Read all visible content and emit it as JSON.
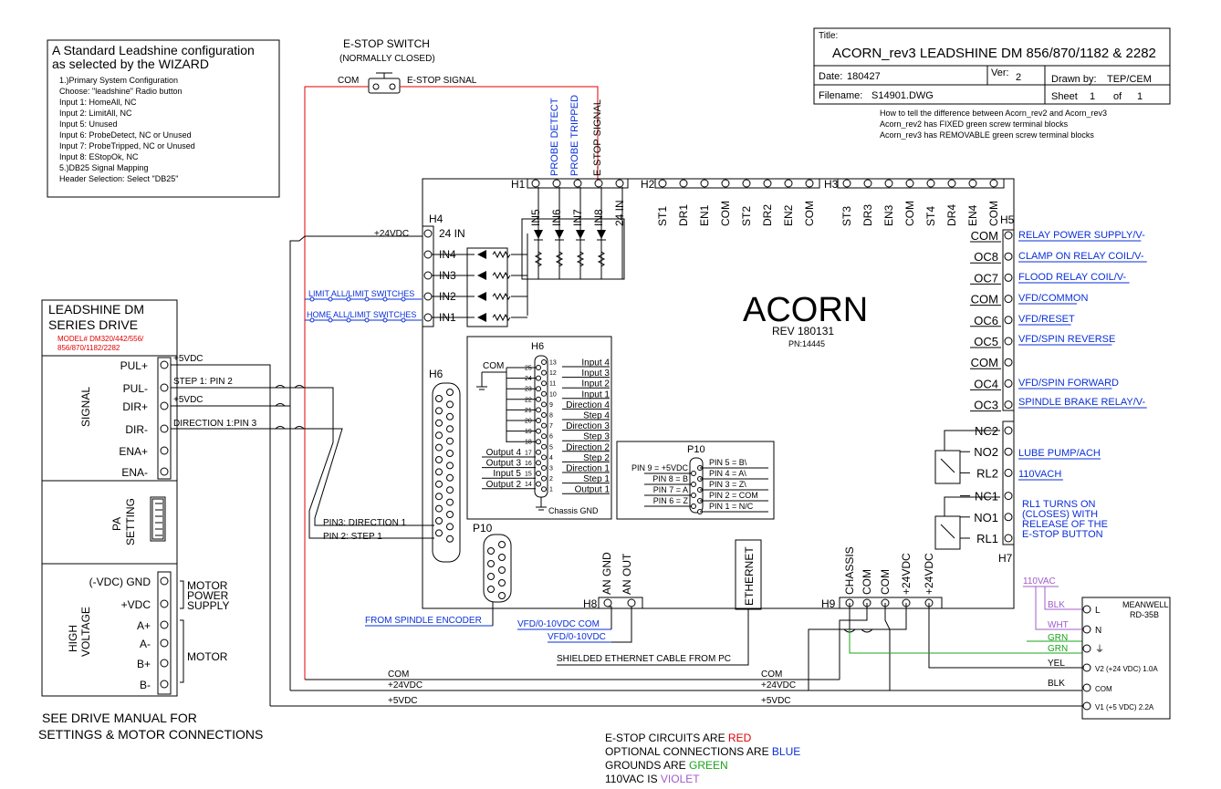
{
  "wizard_note": {
    "title_1": "A Standard Leadshine configuration",
    "title_2": "as selected by the WIZARD",
    "lines": [
      "1.)Primary System Configuration",
      "Choose: \"leadshine\" Radio button",
      "Input 1: HomeAll, NC",
      "Input 2: LimitAll, NC",
      "Input 5: Unused",
      "Input 6: ProbeDetect, NC or Unused",
      "Input 7: ProbeTripped, NC or Unused",
      "Input 8: EStopOk, NC",
      "5.)DB25 Signal Mapping",
      "Header Selection: Select \"DB25\""
    ]
  },
  "estop": {
    "title": "E-STOP SWITCH",
    "subtitle": "(NORMALLY CLOSED)",
    "com": "COM",
    "signal": "E-STOP SIGNAL"
  },
  "title_block": {
    "title_label": "Title:",
    "title": "ACORN_rev3 LEADSHINE DM 856/870/1182 & 2282",
    "date_label": "Date:",
    "date": "180427",
    "ver_label": "Ver:",
    "ver": "2",
    "drawn_label": "Drawn by:",
    "drawn": "TEP/CEM",
    "file_label": "Filename:",
    "file": "S14901.DWG",
    "sheet_label": "Sheet",
    "sheet": "1",
    "of_label": "of",
    "of": "1"
  },
  "rev_notes": [
    "How to tell the difference between Acorn_rev2 and Acorn_rev3",
    "Acorn_rev2 has FIXED green screw terminal blocks",
    "Acorn_rev3 has REMOVABLE green screw terminal blocks"
  ],
  "acorn": {
    "name": "ACORN",
    "rev": "REV 180131",
    "pn": "PN:14445"
  },
  "h1": {
    "label": "H1",
    "pins": [
      "IN5",
      "IN6",
      "IN7",
      "IN8",
      "24 IN"
    ],
    "signals": [
      "PROBE DETECT",
      "PROBE TRIPPED",
      "E-STOP SIGNAL"
    ]
  },
  "h2": {
    "label": "H2",
    "pins": [
      "ST1",
      "DR1",
      "EN1",
      "COM",
      "ST2",
      "DR2",
      "EN2",
      "COM"
    ]
  },
  "h3": {
    "label": "H3",
    "pins": [
      "ST3",
      "DR3",
      "EN3",
      "COM",
      "ST4",
      "DR4",
      "EN4",
      "COM"
    ]
  },
  "h4": {
    "label": "H4",
    "pins": [
      "24 IN",
      "IN4",
      "IN3",
      "IN2",
      "IN1"
    ],
    "supply": "+24VDC",
    "limit": "LIMIT ALL/LIMIT SWITCHES",
    "home": "HOME ALL/LIMIT SWITCHES"
  },
  "h5": {
    "label": "H5",
    "pins": [
      "COM",
      "OC8",
      "OC7",
      "COM",
      "OC6",
      "OC5",
      "COM",
      "OC4",
      "OC3"
    ],
    "functions": [
      "RELAY POWER SUPPLY/V-",
      "CLAMP ON RELAY COIL/V-",
      "FLOOD RELAY COIL/V-",
      "VFD/COMMON",
      "VFD/RESET",
      "VFD/SPIN REVERSE",
      "VFD/SPIN FORWARD",
      "SPINDLE BRAKE RELAY/V-"
    ]
  },
  "h7": {
    "label": "H7",
    "pins": [
      "NC2",
      "NO2",
      "RL2",
      "NC1",
      "NO1",
      "RL1"
    ],
    "lube": "LUBE PUMP/ACH",
    "vach": "110VACH",
    "rl1_note": [
      "RL1 TURNS ON",
      "(CLOSES) WITH",
      "RELEASE  OF THE",
      "E-STOP BUTTON"
    ]
  },
  "h6": {
    "label": "H6",
    "detail_title": "H6",
    "com": "COM",
    "chassis": "Chassis GND",
    "pins_right": [
      {
        "n": "13",
        "s": "Input 4"
      },
      {
        "n": "12",
        "s": "Input 3"
      },
      {
        "n": "11",
        "s": "Input 2"
      },
      {
        "n": "10",
        "s": "Input 1"
      },
      {
        "n": "9",
        "s": "Direction 4"
      },
      {
        "n": "8",
        "s": "Step 4"
      },
      {
        "n": "7",
        "s": "Direction 3"
      },
      {
        "n": "6",
        "s": "Step 3"
      },
      {
        "n": "5",
        "s": "Direction 2"
      },
      {
        "n": "4",
        "s": "Step 2"
      },
      {
        "n": "3",
        "s": "Direction 1"
      },
      {
        "n": "2",
        "s": "Step 1"
      },
      {
        "n": "1",
        "s": "Output 1"
      }
    ],
    "pins_left": [
      "25",
      "24",
      "23",
      "22",
      "21",
      "20",
      "19",
      "18",
      "17",
      "16",
      "15",
      "14"
    ],
    "outputs_left": [
      {
        "n": "17",
        "s": "Output 4"
      },
      {
        "n": "16",
        "s": "Output 3"
      },
      {
        "n": "15",
        "s": "Input 5"
      },
      {
        "n": "14",
        "s": "Output 2"
      }
    ],
    "pin3": "PIN3: DIRECTION 1",
    "pin2": "PIN 2: STEP 1"
  },
  "p10": {
    "label": "P10",
    "detail_title": "P10",
    "left": [
      "PIN 9 = +5VDC",
      "PIN 8 = B",
      "PIN 7 = A",
      "PIN 6 = Z"
    ],
    "right": [
      "PIN 5 = B\\",
      "PIN 4 = A\\",
      "PIN 3 = Z\\",
      "PIN 2 = COM",
      "PIN 1 = N/C"
    ],
    "from": "FROM SPINDLE ENCODER"
  },
  "h8": {
    "label": "H8",
    "pins": [
      "AN GND",
      "AN OUT"
    ],
    "vfd_com": "VFD/0-10VDC COM",
    "vfd": "VFD/0-10VDC"
  },
  "ethernet": {
    "label": "ETHERNET",
    "cable": "SHIELDED ETHERNET CABLE FROM PC"
  },
  "h9": {
    "label": "H9",
    "pins": [
      "CHASSIS",
      "COM",
      "COM",
      "+24VDC",
      "+24VDC"
    ]
  },
  "drive": {
    "title_1": "LEADSHINE DM",
    "title_2": "SERIES DRIVE",
    "model_1": "MODEL# DM320/442/556/",
    "model_2": "856/870/1182/2282",
    "signal": "SIGNAL",
    "signal_pins": [
      "PUL+",
      "PUL-",
      "DIR+",
      "DIR-",
      "ENA+",
      "ENA-"
    ],
    "pa_1": "PA",
    "pa_2": "SETTING",
    "hv_1": "HIGH",
    "hv_2": "VOLTAGE",
    "hv_pins": [
      "(-VDC) GND",
      "+VDC",
      "A+",
      "A-",
      "B+",
      "B-"
    ],
    "motor_power": [
      "MOTOR",
      "POWER",
      "SUPPLY"
    ],
    "motor": "MOTOR",
    "wires": [
      "+5VDC",
      "STEP 1: PIN 2",
      "+5VDC",
      "DIRECTION 1:PIN 3"
    ],
    "manual_1": "SEE DRIVE MANUAL FOR",
    "manual_2": "SETTINGS & MOTOR CONNECTIONS"
  },
  "bus": {
    "com": "COM",
    "v24": "+24VDC",
    "v5": "+5VDC",
    "com_r": "COM",
    "v24_r": "+24VDC",
    "v5_r": "+5VDC"
  },
  "psu": {
    "label_1": "MEANWELL",
    "label_2": "RD-35B",
    "vac": "110VAC",
    "blk": "BLK",
    "wht": "WHT",
    "grn1": "GRN",
    "grn2": "GRN",
    "yel": "YEL",
    "blk2": "BLK",
    "terms": [
      "L",
      "N",
      "⏚",
      "V2 (+24 VDC) 1.0A",
      "COM",
      "V1 (+5 VDC) 2.2A"
    ]
  },
  "legend": [
    {
      "prefix": "E-STOP CIRCUITS ARE ",
      "word": "RED"
    },
    {
      "prefix": "OPTIONAL CONNECTIONS ARE ",
      "word": "BLUE"
    },
    {
      "prefix": "GROUNDS ARE ",
      "word": "GREEN"
    },
    {
      "prefix": "110VAC IS ",
      "word": "VIOLET"
    }
  ],
  "colors": {
    "estop": "#e00000",
    "optional": "#0a2fd8",
    "ground": "#1aa31a",
    "vac": "#a05cc8"
  }
}
